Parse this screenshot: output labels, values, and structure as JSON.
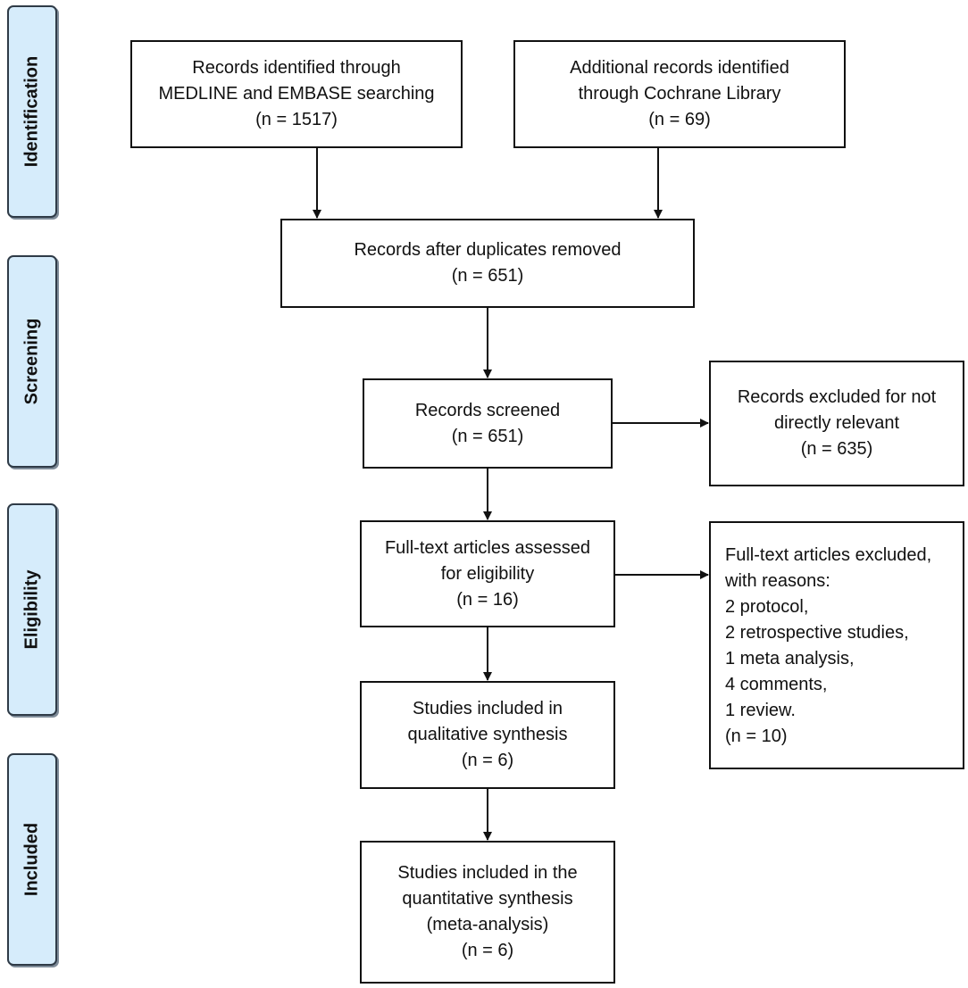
{
  "stages": {
    "identification": "Identification",
    "screening": "Screening",
    "eligibility": "Eligibility",
    "included": "Included"
  },
  "boxes": {
    "medline": [
      "Records identified through",
      "MEDLINE and EMBASE searching",
      "(n = 1517)"
    ],
    "cochrane": [
      "Additional records identified",
      "through Cochrane Library",
      "(n = 69)"
    ],
    "duplicates": [
      "Records after duplicates removed",
      "(n = 651)"
    ],
    "screened": [
      "Records screened",
      "(n = 651)"
    ],
    "excluded_screen": [
      "Records excluded for not",
      "directly relevant",
      "(n = 635)"
    ],
    "fulltext": [
      "Full-text articles assessed",
      "for eligibility",
      "(n = 16)"
    ],
    "excluded_fulltext": [
      "Full-text articles excluded,",
      "with reasons:",
      "2 protocol,",
      "2 retrospective studies,",
      "1 meta analysis,",
      "4 comments,",
      "1 review.",
      "(n =  10)"
    ],
    "qualitative": [
      "Studies included in",
      "qualitative synthesis",
      "(n =  6)"
    ],
    "quantitative": [
      "Studies included in the",
      "quantitative synthesis",
      "(meta-analysis)",
      "(n = 6)"
    ]
  }
}
